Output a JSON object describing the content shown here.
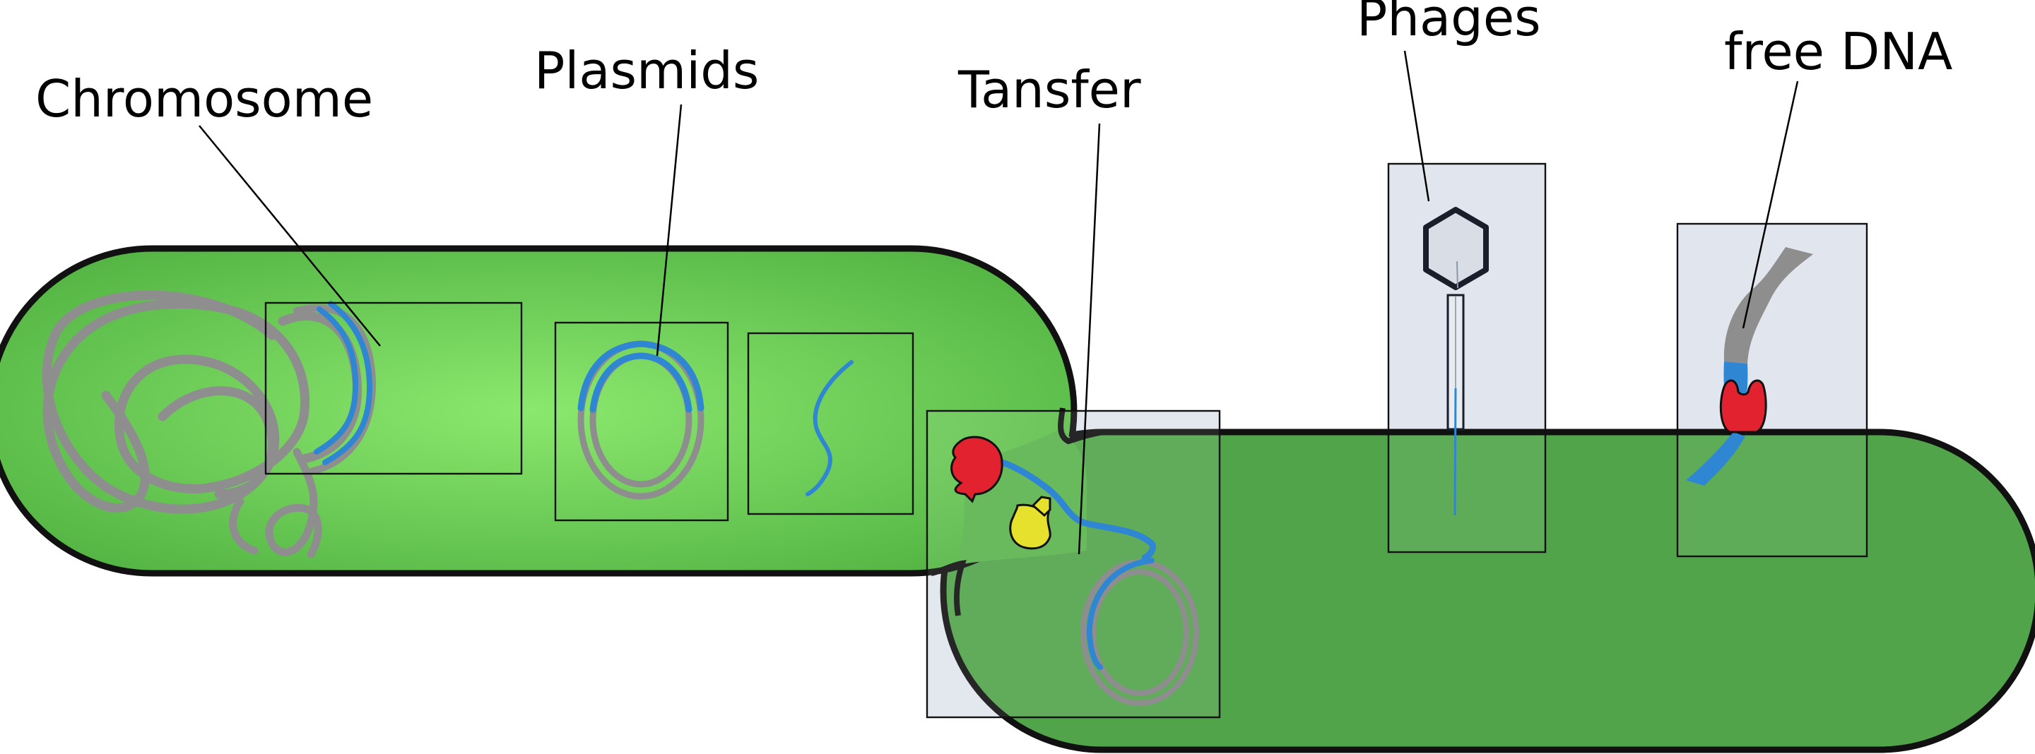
{
  "labels": {
    "chromosome": "Chromosome",
    "plasmids": "Plasmids",
    "transfer": "Tansfer",
    "phages": "Phages",
    "free_dna": "free DNA"
  },
  "colors": {
    "cell_left_center": "#8be86e",
    "cell_left_edge": "#54b544",
    "cell_right": "#51a44a",
    "outline": "#111111",
    "dna_gray": "#8e8e8e",
    "dna_blue": "#2f86d3",
    "panel_fill": "#e1e6ee",
    "protein_red": "#e2222e",
    "protein_yellow": "#e6e12d",
    "phage_head": "#d9dde6"
  }
}
